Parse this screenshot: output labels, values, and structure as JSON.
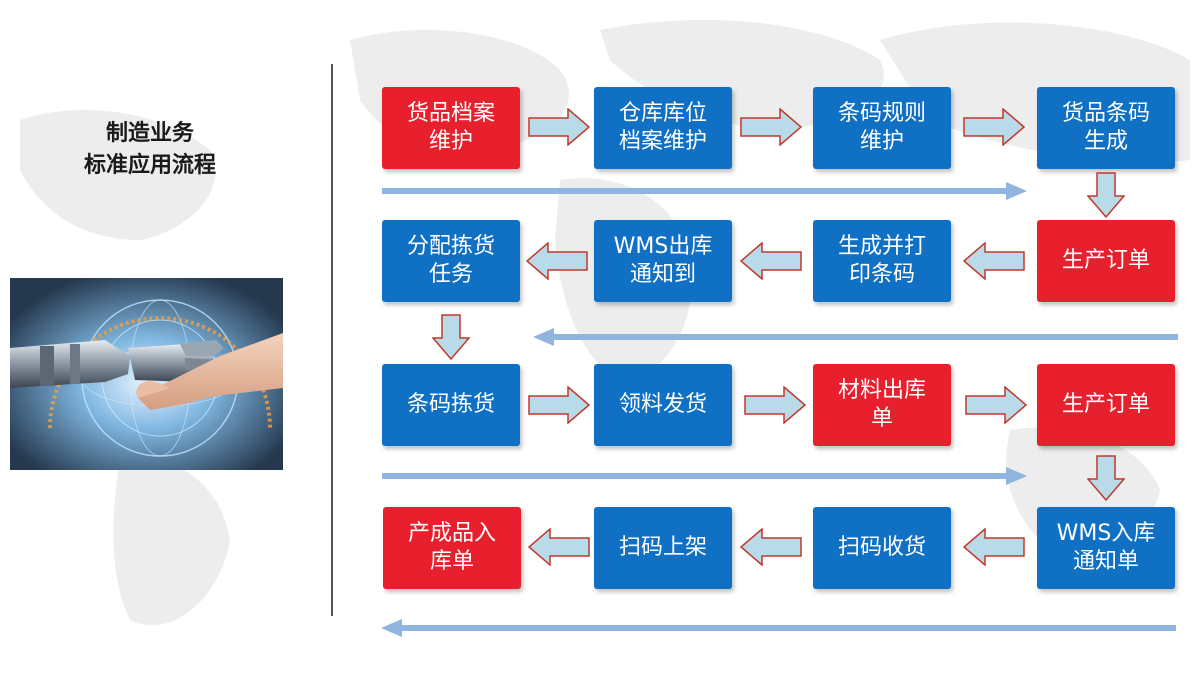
{
  "title": {
    "line1": "制造业务",
    "line2": "标准应用流程"
  },
  "image": {
    "icon": "robot-human-handshake-image"
  },
  "colors": {
    "red": "#e8202e",
    "blue": "#1070c4",
    "arrow_fill": "#b9dbe9",
    "arrow_stroke": "#c0392b",
    "flow_line": "#8fb4dd"
  },
  "rows": [
    {
      "boxes": [
        {
          "label": "货品档案\n维护",
          "color": "red"
        },
        {
          "label": "仓库库位\n档案维护",
          "color": "blue"
        },
        {
          "label": "条码规则\n维护",
          "color": "blue"
        },
        {
          "label": "货品条码\n生成",
          "color": "blue"
        }
      ]
    },
    {
      "boxes": [
        {
          "label": "分配拣货\n任务",
          "color": "blue"
        },
        {
          "label": "WMS出库\n通知到",
          "color": "blue"
        },
        {
          "label": "生成并打\n印条码",
          "color": "blue"
        },
        {
          "label": "生产订单",
          "color": "red"
        }
      ]
    },
    {
      "boxes": [
        {
          "label": "条码拣货",
          "color": "blue"
        },
        {
          "label": "领料发货",
          "color": "blue"
        },
        {
          "label": "材料出库\n单",
          "color": "red"
        },
        {
          "label": "生产订单",
          "color": "red"
        }
      ]
    },
    {
      "boxes": [
        {
          "label": "产成品入\n库单",
          "color": "red"
        },
        {
          "label": "扫码上架",
          "color": "blue"
        },
        {
          "label": "扫码收货",
          "color": "blue"
        },
        {
          "label": "WMS入库\n通知单",
          "color": "blue"
        }
      ]
    }
  ]
}
